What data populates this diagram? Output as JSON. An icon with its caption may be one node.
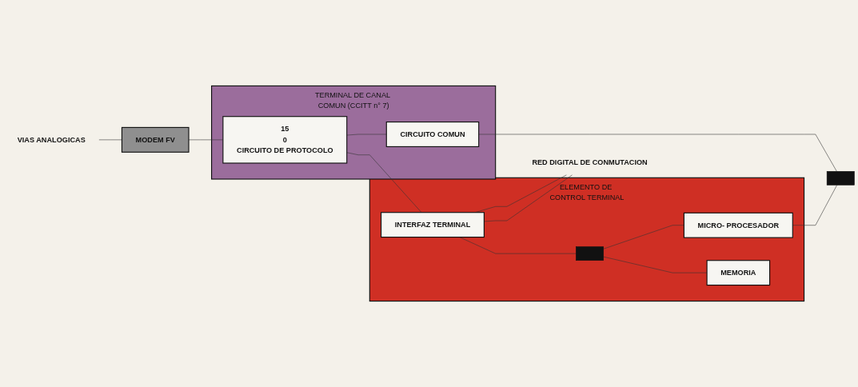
{
  "diagram": {
    "nodes": [
      {
        "text": [
          "VIAS ANALOGICAS"
        ]
      },
      {
        "text": [
          "MODEM FV"
        ]
      },
      {
        "text": [
          "TERMINAL DE CANAL COMUN (CCITT n° 7)"
        ]
      },
      {
        "text": [
          "15",
          "0",
          "CIRCUITO DE PROTOCOLO"
        ],
        "in": 2
      },
      {
        "text": [
          "CIRCUITO COMUN"
        ],
        "in": 2
      },
      {
        "text": [],
        "shape": "bar"
      },
      {
        "text": [
          "ELEMENTO DE CONTROL TERMINAL"
        ]
      },
      {
        "text": [
          "INTERFAZ TERMINAL"
        ],
        "in": 6
      },
      {
        "text": [],
        "shape": "bar",
        "in": 6
      },
      {
        "text": [
          "MICRO- PROCESADOR"
        ],
        "in": 6
      },
      {
        "text": [
          "MEMORIA"
        ],
        "in": 6
      },
      {
        "text": [
          "RED DIGITAL DE CONMUTACION"
        ]
      }
    ],
    "edges": [
      {
        "from": 0,
        "to": 1,
        "arrow": "none"
      },
      {
        "from": 1,
        "to": 3,
        "arrow": "none"
      },
      {
        "from": 3,
        "to": 7,
        "arrow": "none"
      },
      {
        "from": 3,
        "to": 4,
        "arrow": "none"
      },
      {
        "from": 4,
        "to": 5,
        "arrow": "none"
      },
      {
        "from": 9,
        "to": 5,
        "arrow": "none"
      },
      {
        "from": 7,
        "to": 8,
        "arrow": "none"
      },
      {
        "from": 8,
        "to": 9,
        "arrow": "none"
      },
      {
        "from": 8,
        "to": 10,
        "arrow": "none"
      },
      {
        "from": 7,
        "to": 11,
        "arrow": "none"
      },
      {
        "from": 7,
        "to": 11,
        "arrow": "none"
      }
    ]
  }
}
